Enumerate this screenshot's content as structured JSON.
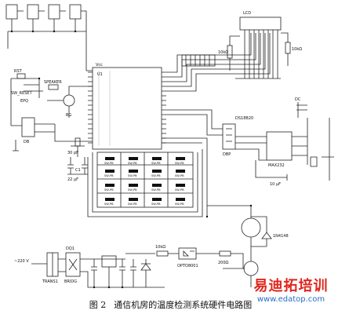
{
  "figure": {
    "caption_number": "图 2",
    "caption_text": "通信机房的温度检测系统硬件电路图"
  },
  "labels": {
    "lcd": "LCD",
    "r10k_a": "10kΩ",
    "r10k_b": "10kΩ",
    "vcc": "Vcc",
    "rst": "RST",
    "sw_reset": "SW_RESET",
    "r_speaker": "SPEAKER",
    "epq": "EPQ",
    "bg": "BG",
    "db": "DB",
    "cap_30p": "30 pF",
    "cap_22u": "22 μF",
    "c1": "C1",
    "dc": "DC",
    "ds18b20": "DS18B20",
    "dbp": "DBP",
    "max232": "MAX232",
    "cap_10u": "10 μF",
    "diode": "1N4148",
    "opto": "OPTO8001",
    "r_opto": "10kΩ",
    "r_out": "200Ω",
    "dq1": "DQ1",
    "trans": "TRANS1",
    "bridge": "BRIDG",
    "v220": "~220 V",
    "u1": "U1",
    "keys": [
      "SW-PB",
      "SW-PB",
      "SW-PB",
      "SW-PB",
      "SW-PB",
      "SW-PB",
      "SW-PB",
      "SW-PB",
      "SW-PB",
      "SW-PB",
      "SW-PB",
      "SW-PB",
      "SW-PB",
      "SW-PB",
      "SW-PB",
      "SW-PB"
    ]
  },
  "watermark": {
    "brand": "易迪拓培训",
    "url": "www.edatop.com"
  }
}
